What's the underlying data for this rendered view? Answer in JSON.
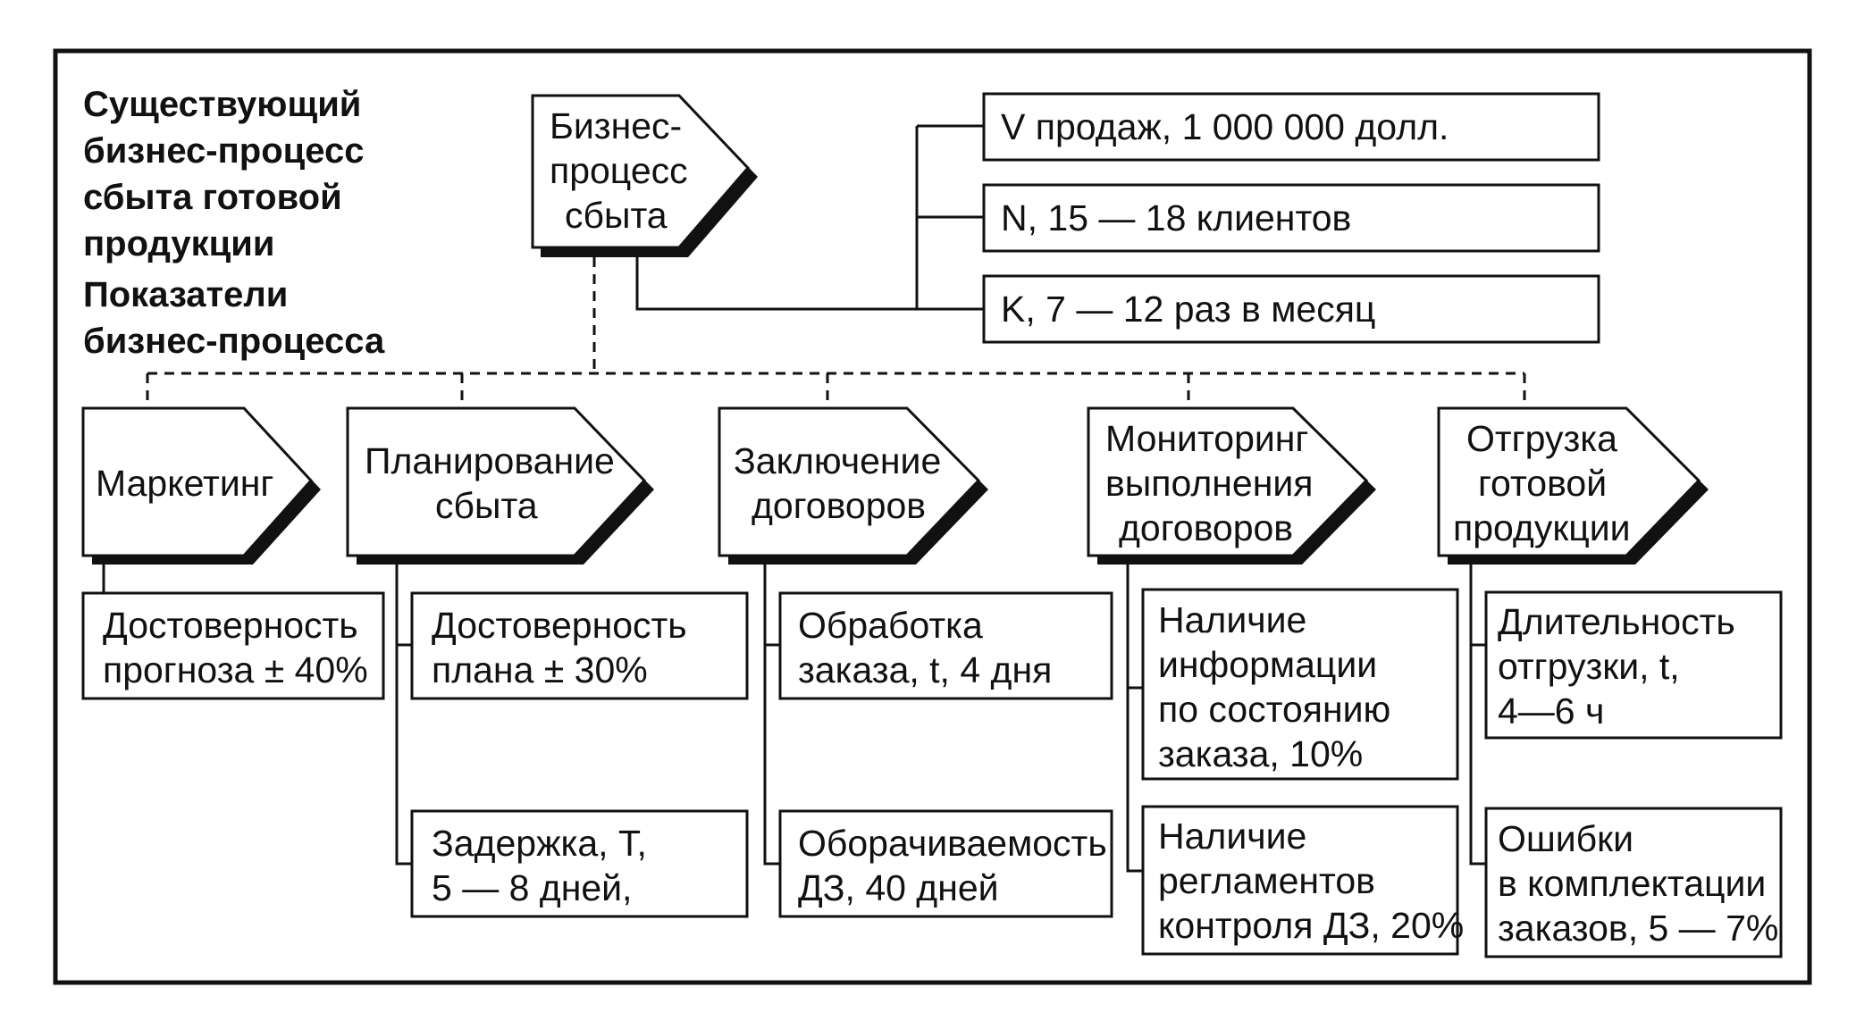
{
  "heading": {
    "title_lines": [
      "Существующий",
      "бизнес-процесс",
      "сбыта готовой",
      "продукции"
    ],
    "subtitle_lines": [
      "Показатели",
      "бизнес-процесса"
    ]
  },
  "root": {
    "label_lines": [
      "Бизнес-",
      "процесс",
      "сбыта"
    ],
    "indicators": [
      "V продаж, 1 000 000 долл.",
      "N, 15 — 18 клиентов",
      "K, 7 — 12 раз в месяц"
    ]
  },
  "subprocesses": [
    {
      "label_lines": [
        "Маркетинг"
      ],
      "metrics": [
        {
          "lines": [
            "Достоверность",
            "прогноза ± 40%"
          ]
        }
      ]
    },
    {
      "label_lines": [
        "Планирование",
        "сбыта"
      ],
      "metrics": [
        {
          "lines": [
            "Достоверность",
            "плана ± 30%"
          ]
        },
        {
          "lines": [
            "Задержка, Т,",
            "5 — 8 дней,"
          ]
        }
      ]
    },
    {
      "label_lines": [
        "Заключение",
        "договоров"
      ],
      "metrics": [
        {
          "lines": [
            "Обработка",
            "заказа, t, 4 дня"
          ]
        },
        {
          "lines": [
            "Оборачиваемость",
            "ДЗ, 40 дней"
          ]
        }
      ]
    },
    {
      "label_lines": [
        "Мониторинг",
        "выполнения",
        "договоров"
      ],
      "metrics": [
        {
          "lines": [
            "Наличие",
            "информации",
            "по состоянию",
            "заказа, 10%"
          ]
        },
        {
          "lines": [
            "Наличие",
            "регламентов",
            "контроля ДЗ, 20%"
          ]
        }
      ]
    },
    {
      "label_lines": [
        "Отгрузка",
        "готовой",
        "продукции"
      ],
      "metrics": [
        {
          "lines": [
            "Длительность",
            "отгрузки, t,",
            "4—6 ч"
          ]
        },
        {
          "lines": [
            "Ошибки",
            "в комплектации",
            "заказов, 5 — 7%"
          ]
        }
      ]
    }
  ]
}
